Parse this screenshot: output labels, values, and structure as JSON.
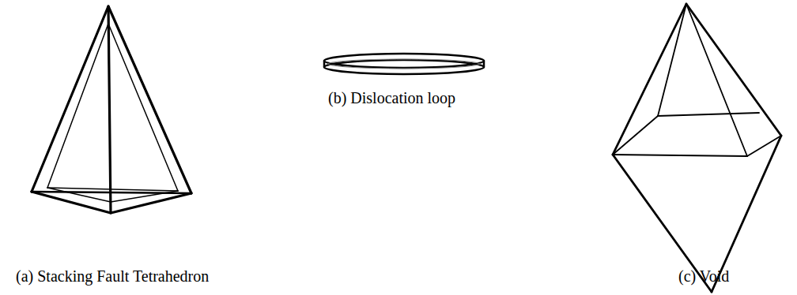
{
  "diagram": {
    "labels": [
      "(a) Stacking Fault Tetrahedron",
      "(b) Dislocation loop",
      "(c) Void"
    ]
  }
}
